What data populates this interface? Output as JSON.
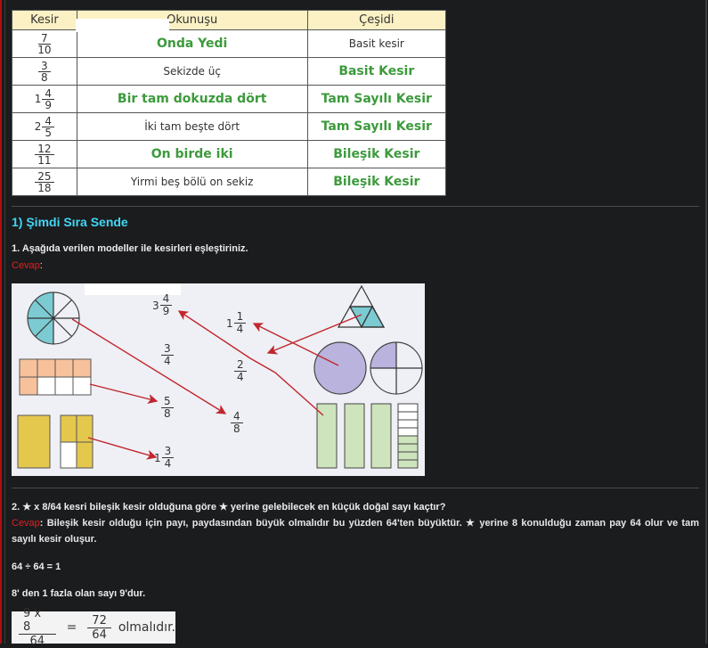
{
  "table": {
    "headers": [
      "Kesir",
      "Okunuşu",
      "Çeşidi"
    ],
    "rows": [
      {
        "whole": "",
        "num": "7",
        "den": "10",
        "fraction_color": "black",
        "reading": "Onda Yedi",
        "reading_color": "green",
        "type": "Basit kesir",
        "type_color": "black"
      },
      {
        "whole": "",
        "num": "3",
        "den": "8",
        "fraction_color": "green",
        "reading": "Sekizde üç",
        "reading_color": "black",
        "type": "Basit Kesir",
        "type_color": "green"
      },
      {
        "whole": "1",
        "num": "4",
        "den": "9",
        "fraction_color": "black",
        "reading": "Bir tam dokuzda dört",
        "reading_color": "green",
        "type": "Tam Sayılı Kesir",
        "type_color": "green"
      },
      {
        "whole": "2",
        "num": "4",
        "den": "5",
        "fraction_color": "green",
        "reading": "İki tam beşte dört",
        "reading_color": "black",
        "type": "Tam Sayılı Kesir",
        "type_color": "green"
      },
      {
        "whole": "",
        "num": "12",
        "den": "11",
        "fraction_color": "black",
        "reading": "On birde iki",
        "reading_color": "green",
        "type": "Bileşik Kesir",
        "type_color": "green"
      },
      {
        "whole": "",
        "num": "25",
        "den": "18",
        "fraction_color": "green",
        "reading": "Yirmi beş bölü on sekiz",
        "reading_color": "black",
        "type": "Bileşik Kesir",
        "type_color": "green"
      }
    ]
  },
  "section": {
    "title": "1) Şimdi Sıra Sende"
  },
  "question1": {
    "text": "1. Aşağıda verilen modeller ile kesirleri eşleştiriniz.",
    "answer_label": "Cevap",
    "answer_suffix": ":"
  },
  "model": {
    "labels": [
      {
        "whole": "3",
        "num": "4",
        "den": "9"
      },
      {
        "whole": "",
        "num": "3",
        "den": "4"
      },
      {
        "whole": "",
        "num": "5",
        "den": "8"
      },
      {
        "whole": "1",
        "num": "3",
        "den": "4"
      },
      {
        "whole": "1",
        "num": "1",
        "den": "4"
      },
      {
        "whole": "",
        "num": "2",
        "den": "4"
      },
      {
        "whole": "",
        "num": "4",
        "den": "8"
      }
    ],
    "colors": {
      "arrow": "#c0272d",
      "teal": "#7ccbd3",
      "salmon": "#f7c19b",
      "yellow": "#e4c84e",
      "lavender": "#b9b3dd",
      "green": "#cde4bc"
    }
  },
  "question2": {
    "text": "2. ★ x 8/64 kesri bileşik kesir olduğuna göre ★ yerine gelebilecek en küçük doğal sayı kaçtır?",
    "answer_label": "Cevap",
    "answer_text": ": Bileşik kesir olduğu için payı, paydasından büyük olmalıdır bu yüzden 64'ten büyüktür. ★ yerine 8 konulduğu zaman pay 64 olur ve tam sayılı kesir oluşur.",
    "line1": "64 ÷ 64 = 1",
    "line2": "8' den 1 fazla olan sayı 9'dur.",
    "formula": {
      "num1": "9 x 8",
      "den1": "64",
      "eq": "=",
      "num2": "72",
      "den2": "64",
      "suffix": "olmalıdır."
    }
  }
}
